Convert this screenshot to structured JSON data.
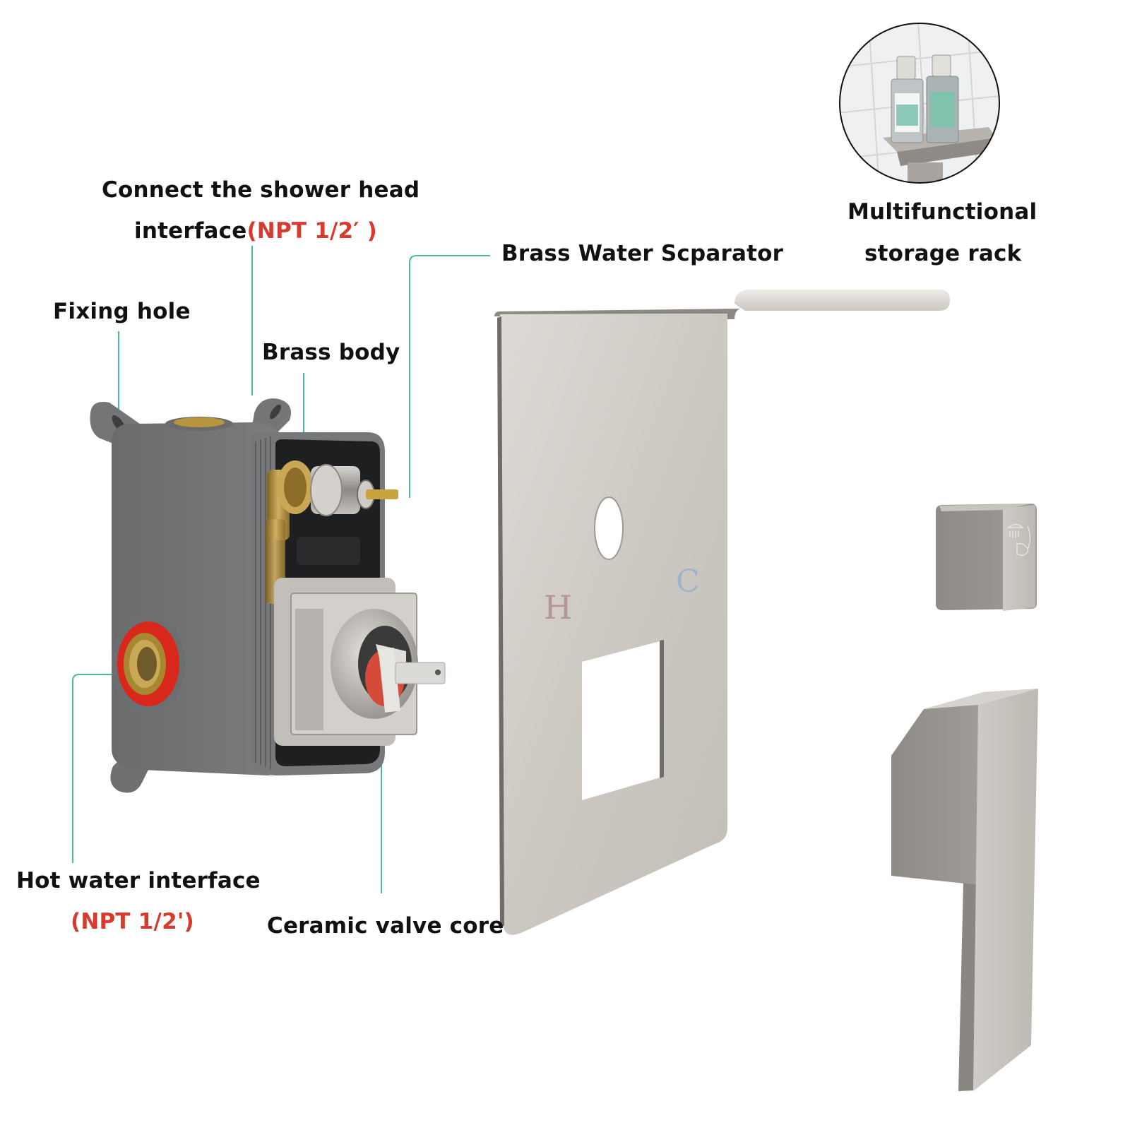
{
  "title": "Concealed shower valve kit — exploded view",
  "colors": {
    "leader_line": "#4db8a0",
    "label_text": "#111111",
    "spec_text": "#d93a2e",
    "trim_metal": "#cfcbc6",
    "valve_housing": "#6e6f70",
    "brass": "#b8953c",
    "hot_marker": "#b59690",
    "cold_marker": "#9fb2cf"
  },
  "callouts": {
    "shower_head": {
      "line1": "Connect the shower head",
      "line2_prefix": "interface",
      "line2_spec": "(NPT 1/2′ )"
    },
    "fixing_hole": {
      "label": "Fixing hole"
    },
    "brass_body": {
      "label": "Brass body"
    },
    "separator": {
      "label": "Brass Water Scparator"
    },
    "hot_water": {
      "label": "Hot water interface",
      "spec": "(NPT 1/2')"
    },
    "valve_core": {
      "label": "Ceramic valve core"
    },
    "storage_rack": {
      "line1": "Multifunctional",
      "line2": "storage rack"
    }
  },
  "trim_plate": {
    "hot_mark": "H",
    "cold_mark": "C"
  },
  "components": [
    {
      "name": "valve-housing",
      "description": "grey rough-in valve box"
    },
    {
      "name": "trim-plate",
      "description": "brushed nickel plate with integrated shelf"
    },
    {
      "name": "diverter-knob",
      "description": "square diverter knob with shower/hand-shower icons"
    },
    {
      "name": "lever-handle",
      "description": "angular lever handle"
    }
  ]
}
